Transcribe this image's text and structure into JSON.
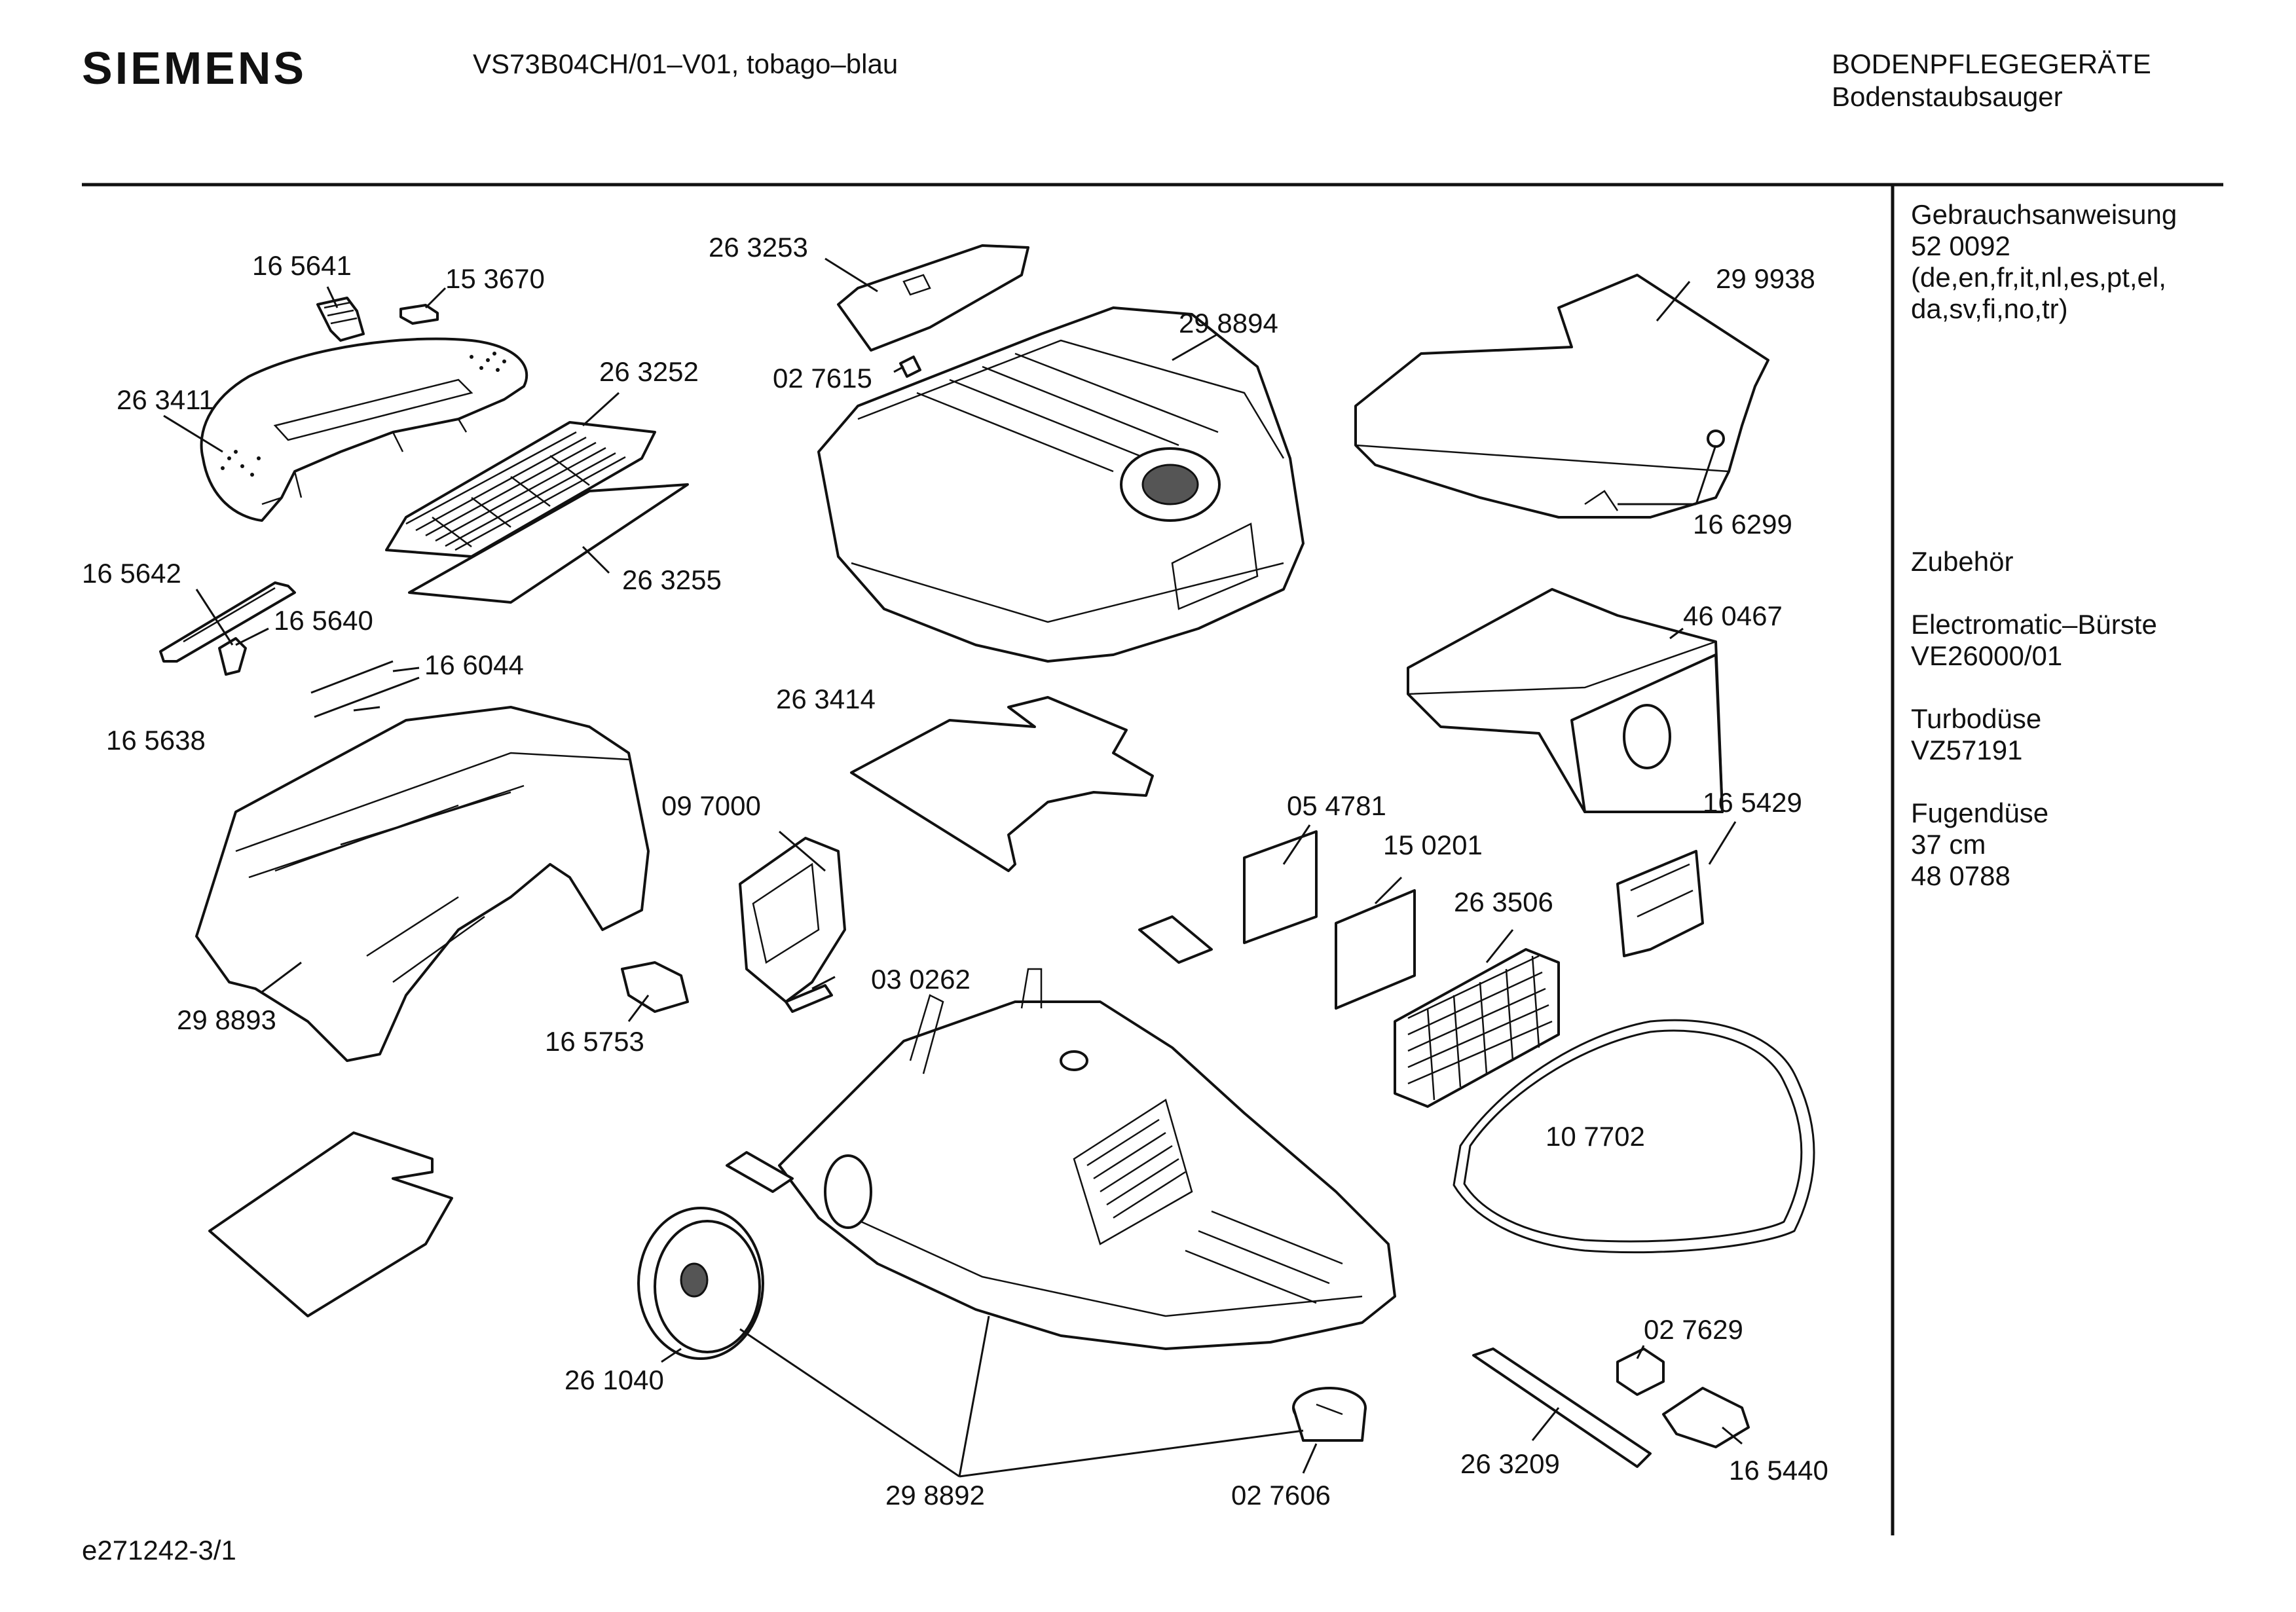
{
  "header": {
    "brand": "SIEMENS",
    "model": "VS73B04CH/01–V01, tobago–blau",
    "category": "BODENPFLEGEGERÄTE",
    "subcategory": "Bodenstaubsauger"
  },
  "footer": {
    "drawing_id": "e271242-3/1"
  },
  "sidebar": {
    "manual_title": "Gebrauchsanweisung",
    "manual_number": "52 0092",
    "manual_langs_1": "(de,en,fr,it,nl,es,pt,el,",
    "manual_langs_2": "da,sv,fi,no,tr)",
    "accessories_title": "Zubehör",
    "acc1_name": "Electromatic–Bürste",
    "acc1_code": "VE26000/01",
    "acc2_name": "Turbodüse",
    "acc2_code": "VZ57191",
    "acc3_name": "Fugendüse",
    "acc3_size": "37 cm",
    "acc3_code": "48 0788"
  },
  "parts": {
    "p165641": "16 5641",
    "p153670": "15 3670",
    "p263253": "26 3253",
    "p299938": "29 9938",
    "p298894": "29 8894",
    "p263411": "26 3411",
    "p263252": "26 3252",
    "p027615": "02 7615",
    "p166299": "16 6299",
    "p165642": "16 5642",
    "p263255": "26 3255",
    "p165640": "16 5640",
    "p460467": "46 0467",
    "p166044": "16 6044",
    "p165638": "16 5638",
    "p263414": "26 3414",
    "p097000": "09 7000",
    "p054781": "05 4781",
    "p150201": "15 0201",
    "p165429": "16 5429",
    "p263506": "26 3506",
    "p030262": "03 0262",
    "p298893": "29 8893",
    "p165753": "16 5753",
    "p107702": "10 7702",
    "p261040": "26 1040",
    "p027629": "02 7629",
    "p263209": "26 3209",
    "p165440": "16 5440",
    "p298892": "29 8892",
    "p027606": "02 7606"
  }
}
